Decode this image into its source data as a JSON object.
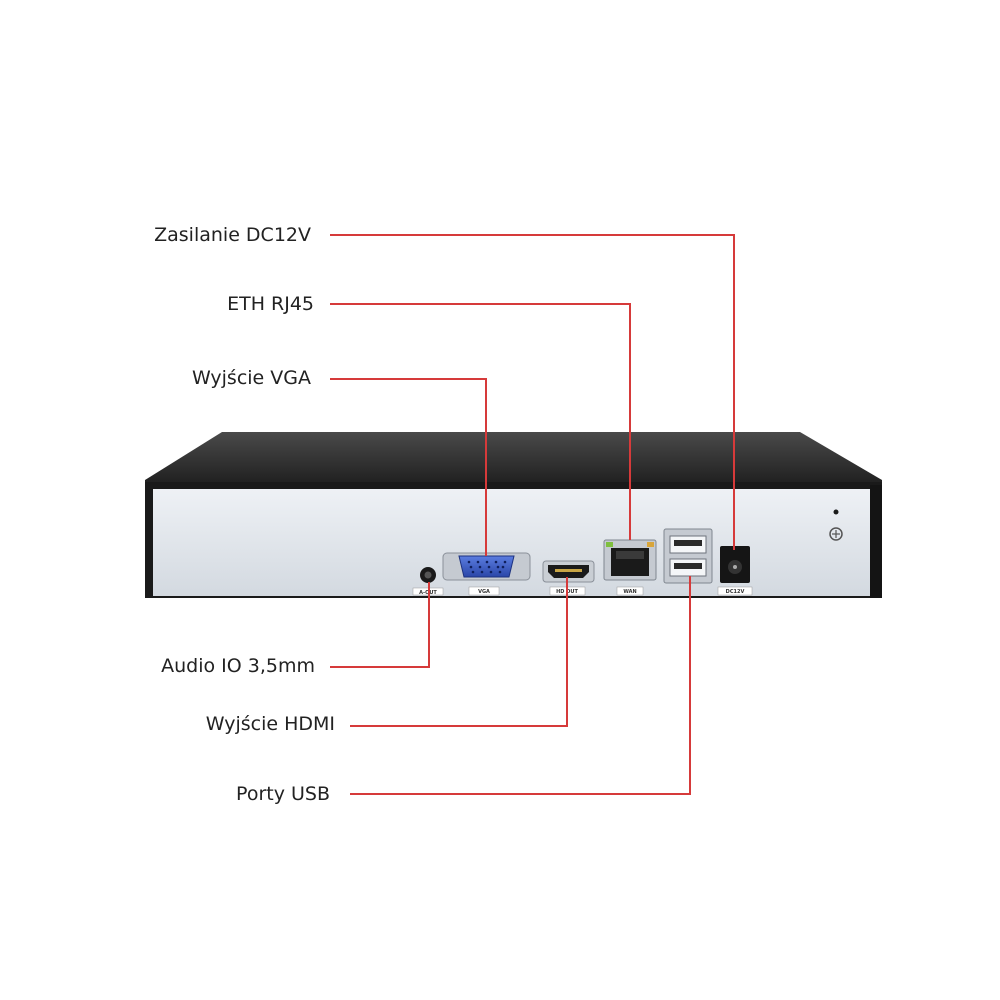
{
  "callouts": {
    "power": "Zasilanie DC12V",
    "eth": "ETH RJ45",
    "vga": "Wyjście VGA",
    "audio": "Audio IO 3,5mm",
    "hdmi": "Wyjście HDMI",
    "usb": "Porty USB"
  },
  "port_labels": {
    "audio": "A-OUT",
    "vga": "VGA",
    "hdmi": "HD OUT",
    "wan": "WAN",
    "dc": "DC12V"
  },
  "colors": {
    "leader_line": "#d63a3a",
    "chassis": "#2a2a2a",
    "panel": "#dfe4ea",
    "vga_connector": "#3a5bc7"
  },
  "icons": {
    "ground": "ground-screw-icon"
  }
}
